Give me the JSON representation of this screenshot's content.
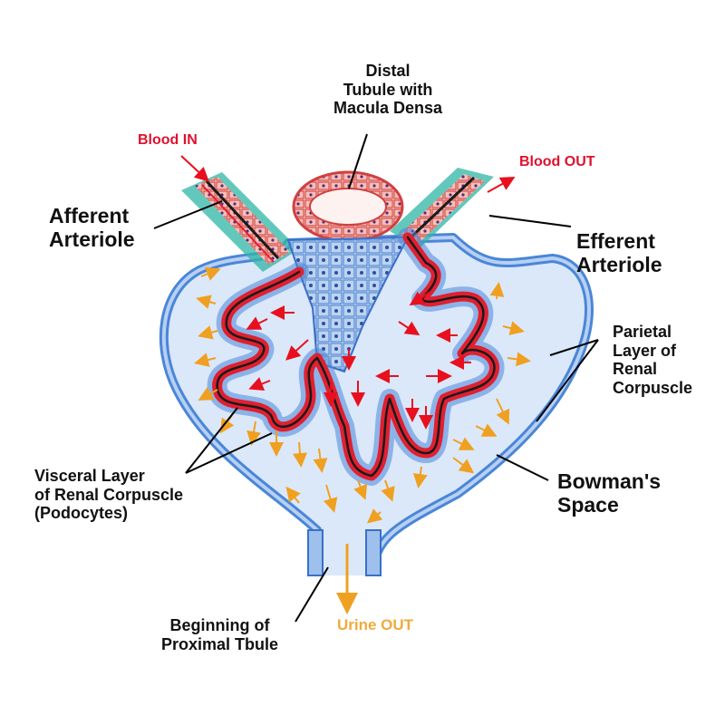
{
  "labels": {
    "distal": [
      "Distal",
      "Tubule with",
      "Macula Densa"
    ],
    "blood_in": "Blood IN",
    "blood_out": "Blood OUT",
    "afferent": [
      "Afferent",
      "Arteriole"
    ],
    "efferent": [
      "Efferent",
      "Arteriole"
    ],
    "parietal": [
      "Parietal",
      "Layer of",
      "Renal",
      "Corpuscle"
    ],
    "visceral": [
      "Visceral Layer",
      "of Renal Corpuscle",
      "(Podocytes)"
    ],
    "bowman": [
      "Bowman's",
      "Space"
    ],
    "proximal": [
      "Beginning of",
      "Proximal Tbule"
    ],
    "urine_out": "Urine OUT"
  },
  "colors": {
    "blood_arrow": "#e8101e",
    "urine_arrow": "#f0a020",
    "epithelium_blue": "#4a86d8",
    "capillary_red": "#e02030",
    "muscle_teal": "#2fb6a6",
    "cell_fill": "#bfd6f2"
  }
}
